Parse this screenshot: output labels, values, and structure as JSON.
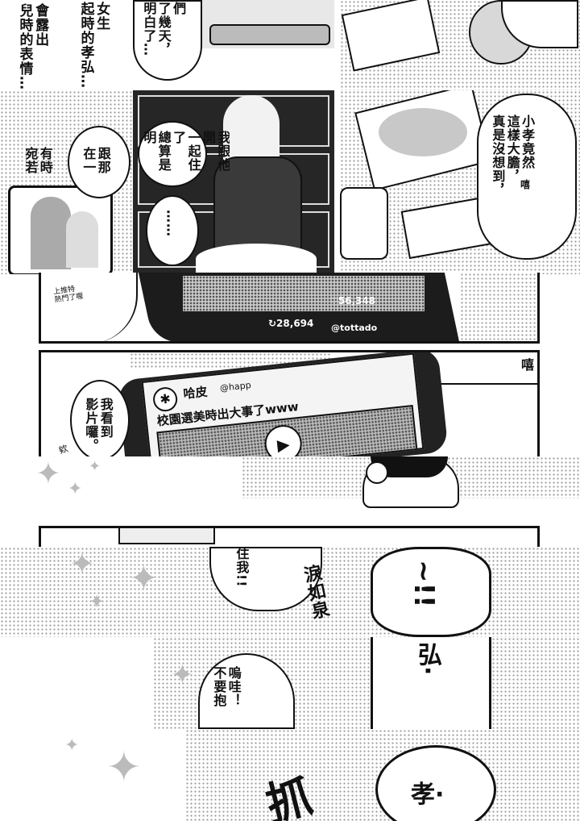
{
  "panel1": {
    "caption_a": [
      "女生",
      "起時的孝弘…"
    ],
    "caption_b": [
      "會露出",
      "兒時的表情…"
    ],
    "bubble_days": [
      "們",
      "了幾天，",
      "明白了…"
    ]
  },
  "panel2": {
    "left_text_a": [
      "跟那",
      "在一"
    ],
    "left_text_b": [
      "有時",
      "宛若"
    ],
    "bar_speech": [
      "我跟他開",
      "一起住了",
      "總算是明"
    ],
    "ellipsis": "……",
    "right_speech": [
      "小孝竟然",
      "這樣大膽，",
      "真是沒想到，"
    ],
    "laugh_sfx": "嘻",
    "small_note": "上推特\n熱門了喔"
  },
  "phone1": {
    "likes": "♡56,348",
    "shares": "↻28,694",
    "handle": "@tottado"
  },
  "panel3": {
    "laugh_sfx": "嘻",
    "post_name": "哈皮",
    "post_handle": "@happ",
    "post_text": "校園選美時出大事了www",
    "speech": [
      "我看到",
      "影片囉。"
    ],
    "small_sfx": "欸"
  },
  "panel4": {
    "speech_top": [
      "住我!!"
    ],
    "sfx_cry": "淚如泉",
    "shout_1": "~!!",
    "shout_2": "弘·",
    "speech_cry": [
      "嗚哇！",
      "不要抱"
    ],
    "sfx_grab": "抓",
    "shout_3": "孝·"
  },
  "colors": {
    "ink": "#111111",
    "paper": "#ffffff",
    "tone": "#9a9a9a",
    "bar": "#262626"
  }
}
